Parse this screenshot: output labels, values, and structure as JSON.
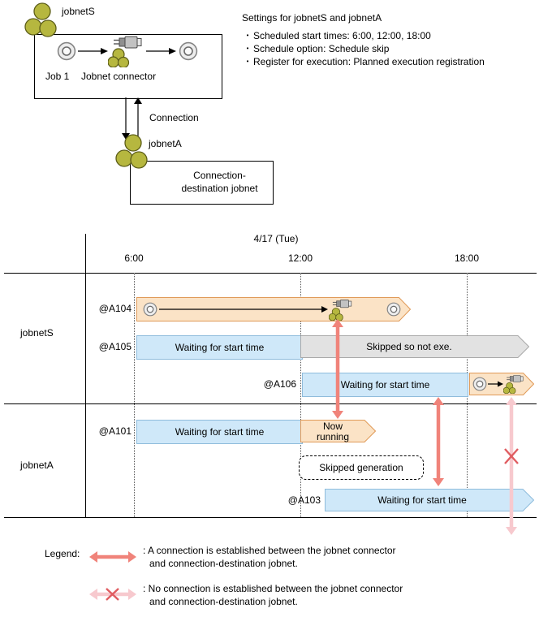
{
  "colors": {
    "jobnet_fill": "#b6b73f",
    "jobnet_stroke": "#5c5d18",
    "running_fill": "#fbe3c6",
    "running_stroke": "#e09a58",
    "waiting_fill": "#cfe8f9",
    "waiting_stroke": "#8fbcdc",
    "skipped_fill": "#e2e2e2",
    "skipped_stroke": "#a9a9a9",
    "connected_arrow": "#f0837a",
    "not_connected_arrow": "#f7c9ce",
    "cross_mark": "#e05c60"
  },
  "diagram": {
    "jobnetS_label": "jobnetS",
    "jobnetA_label": "jobnetA",
    "job_label": "Job 1",
    "connector_label": "Jobnet connector",
    "connection_label": "Connection",
    "destination_box": {
      "line1": "Connection-",
      "line2": "destination jobnet"
    },
    "settings": {
      "title": "Settings for jobnetS and jobnetA",
      "bullet": "•",
      "items": [
        "Scheduled start times: 6:00, 12:00, 18:00",
        "Schedule option: Schedule skip",
        "Register for execution: Planned execution registration"
      ]
    }
  },
  "timeline": {
    "date_header": "4/17 (Tue)",
    "times": [
      "6:00",
      "12:00",
      "18:00"
    ],
    "jobnetS_label": "jobnetS",
    "jobnetA_label": "jobnetA",
    "rows": {
      "a104": {
        "id": "@A104"
      },
      "a105": {
        "id": "@A105",
        "waiting": "Waiting for start time",
        "skipped": "Skipped so not exe."
      },
      "a106": {
        "id": "@A106",
        "waiting": "Waiting for start time"
      },
      "a101": {
        "id": "@A101",
        "waiting": "Waiting for start time",
        "running_line1": "Now",
        "running_line2": "running"
      },
      "a103": {
        "id": "@A103",
        "waiting": "Waiting for start time"
      }
    },
    "skipped_generation_label": "Skipped generation"
  },
  "legend": {
    "title": "Legend:",
    "connected_line1": ": A connection is established between the jobnet connector",
    "connected_line2": "and connection-destination jobnet.",
    "not_connected_line1": ": No connection is established between the jobnet connector",
    "not_connected_line2": "and connection-destination jobnet."
  }
}
